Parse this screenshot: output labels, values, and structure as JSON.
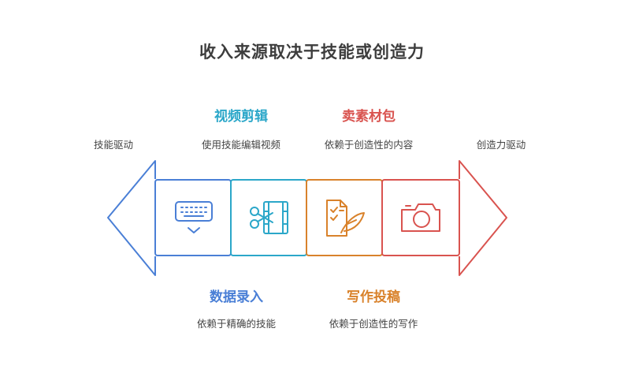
{
  "title": "收入来源取决于技能或创造力",
  "left_end_label": "技能驱动",
  "right_end_label": "创造力驱动",
  "items": [
    {
      "heading": "数据录入",
      "description": "依赖于精确的技能",
      "icon": "keyboard-icon",
      "color": "#4a7fd6"
    },
    {
      "heading": "视频剪辑",
      "description": "使用技能编辑视频",
      "icon": "video-edit-icon",
      "color": "#2ba7c9"
    },
    {
      "heading": "写作投稿",
      "description": "依赖于创造性的写作",
      "icon": "writing-icon",
      "color": "#d9822b"
    },
    {
      "heading": "卖素材包",
      "description": "依赖于创造性的内容",
      "icon": "camera-icon",
      "color": "#d9534f"
    }
  ]
}
